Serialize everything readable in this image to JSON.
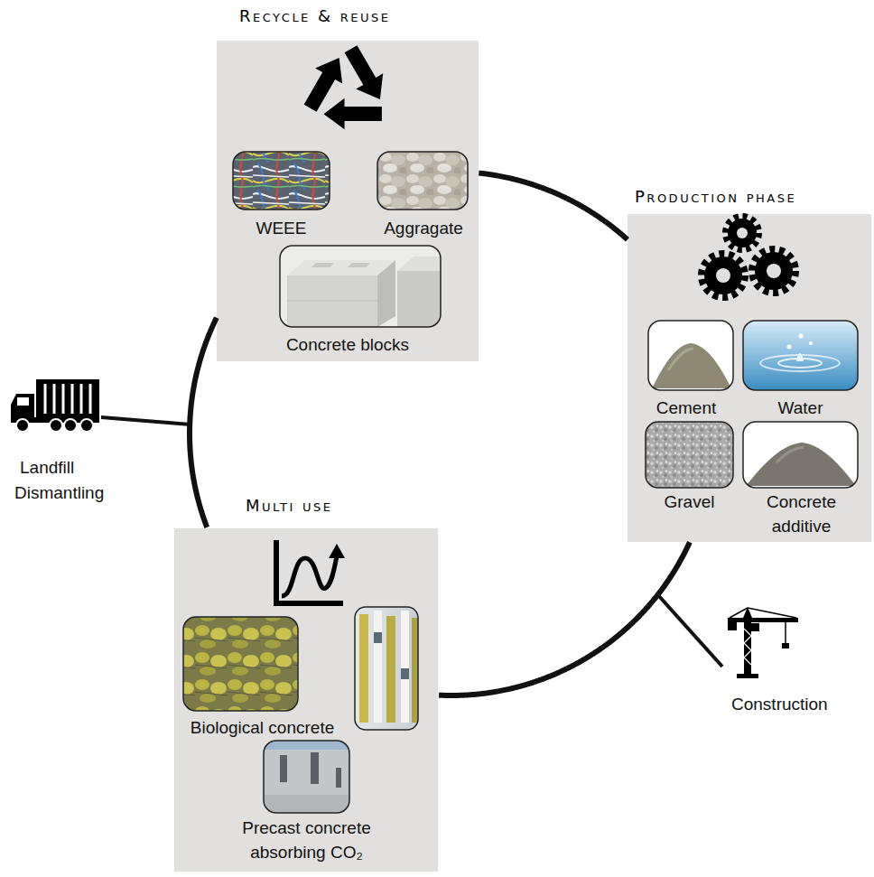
{
  "diagram": {
    "nodes": [
      {
        "text": [
          "Recycle & reuse"
        ]
      },
      {
        "text": [
          "WEEE"
        ],
        "in": 0
      },
      {
        "text": [
          "Aggragate"
        ],
        "in": 0
      },
      {
        "text": [
          "Concrete blocks"
        ],
        "in": 0
      },
      {
        "text": [
          "Production phase"
        ]
      },
      {
        "text": [
          "Cement"
        ],
        "in": 4
      },
      {
        "text": [
          "Water"
        ],
        "in": 4
      },
      {
        "text": [
          "Gravel"
        ],
        "in": 4
      },
      {
        "text": [
          "Concrete additive"
        ],
        "in": 4
      },
      {
        "text": [
          "Multi use"
        ]
      },
      {
        "text": [
          "Biological concrete"
        ],
        "in": 9
      },
      {
        "text": [
          "Precast concrete absorbing CO₂"
        ],
        "in": 9
      }
    ],
    "edges": [
      {
        "from": 0,
        "to": 4,
        "arrow": "none"
      },
      {
        "from": 4,
        "to": 9,
        "arrow": "none"
      },
      {
        "from": 9,
        "to": 0,
        "arrow": "none"
      }
    ],
    "labels": [
      "Landfill",
      "Dismantling",
      "Construction"
    ]
  }
}
